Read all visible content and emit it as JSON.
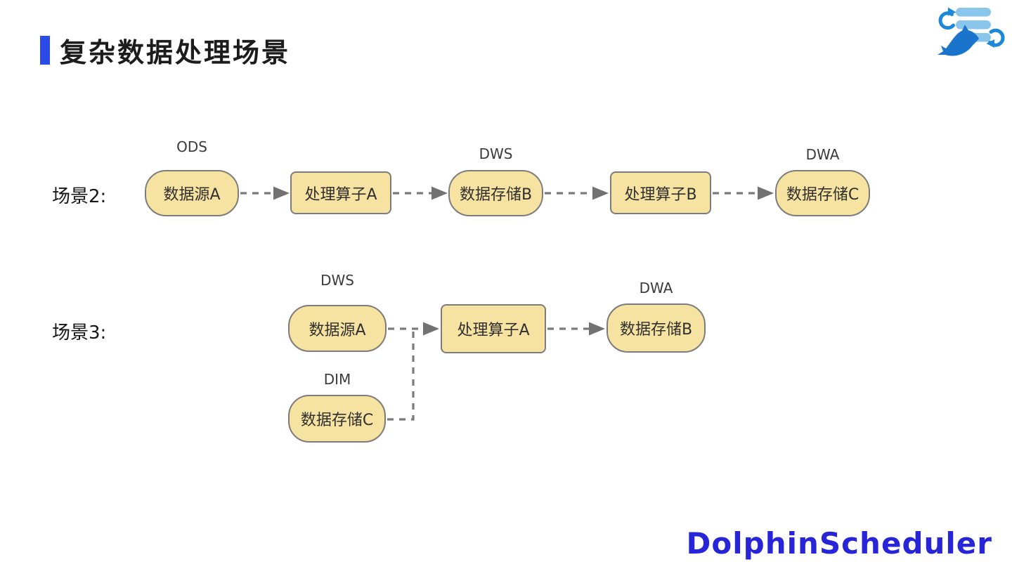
{
  "page": {
    "title": "复杂数据处理场景",
    "brand_text": "DolphinScheduler"
  },
  "colors": {
    "accent_blue": "#2B4BE8",
    "node_fill": "#F7E3A1",
    "node_border": "#7C7C7C",
    "connector_gray": "#7A7A7A",
    "brand_blue": "#2824D8",
    "logo_light_blue": "#8AC6EC",
    "logo_dark_blue": "#1E88D8"
  },
  "scenarios": [
    {
      "label": "场景2:",
      "nodes": [
        {
          "tier": "ODS",
          "text": "数据源A",
          "shape": "pill"
        },
        {
          "tier": "",
          "text": "处理算子A",
          "shape": "rect"
        },
        {
          "tier": "DWS",
          "text": "数据存储B",
          "shape": "pill"
        },
        {
          "tier": "",
          "text": "处理算子B",
          "shape": "rect"
        },
        {
          "tier": "DWA",
          "text": "数据存储C",
          "shape": "pill"
        }
      ],
      "edges": [
        {
          "from": "数据源A",
          "to": "处理算子A",
          "style": "dashed-arrow"
        },
        {
          "from": "处理算子A",
          "to": "数据存储B",
          "style": "dashed-arrow"
        },
        {
          "from": "数据存储B",
          "to": "处理算子B",
          "style": "dashed-arrow"
        },
        {
          "from": "处理算子B",
          "to": "数据存储C",
          "style": "dashed-arrow"
        }
      ]
    },
    {
      "label": "场景3:",
      "nodes": [
        {
          "tier": "DWS",
          "text": "数据源A",
          "shape": "pill"
        },
        {
          "tier": "DIM",
          "text": "数据存储C",
          "shape": "pill"
        },
        {
          "tier": "",
          "text": "处理算子A",
          "shape": "rect"
        },
        {
          "tier": "DWA",
          "text": "数据存储B",
          "shape": "pill"
        }
      ],
      "edges": [
        {
          "from": "数据源A",
          "to": "处理算子A",
          "style": "dashed-arrow"
        },
        {
          "from": "数据存储C",
          "to": "处理算子A",
          "style": "dashed-elbow"
        },
        {
          "from": "处理算子A",
          "to": "数据存储B",
          "style": "dashed-arrow"
        }
      ]
    }
  ]
}
